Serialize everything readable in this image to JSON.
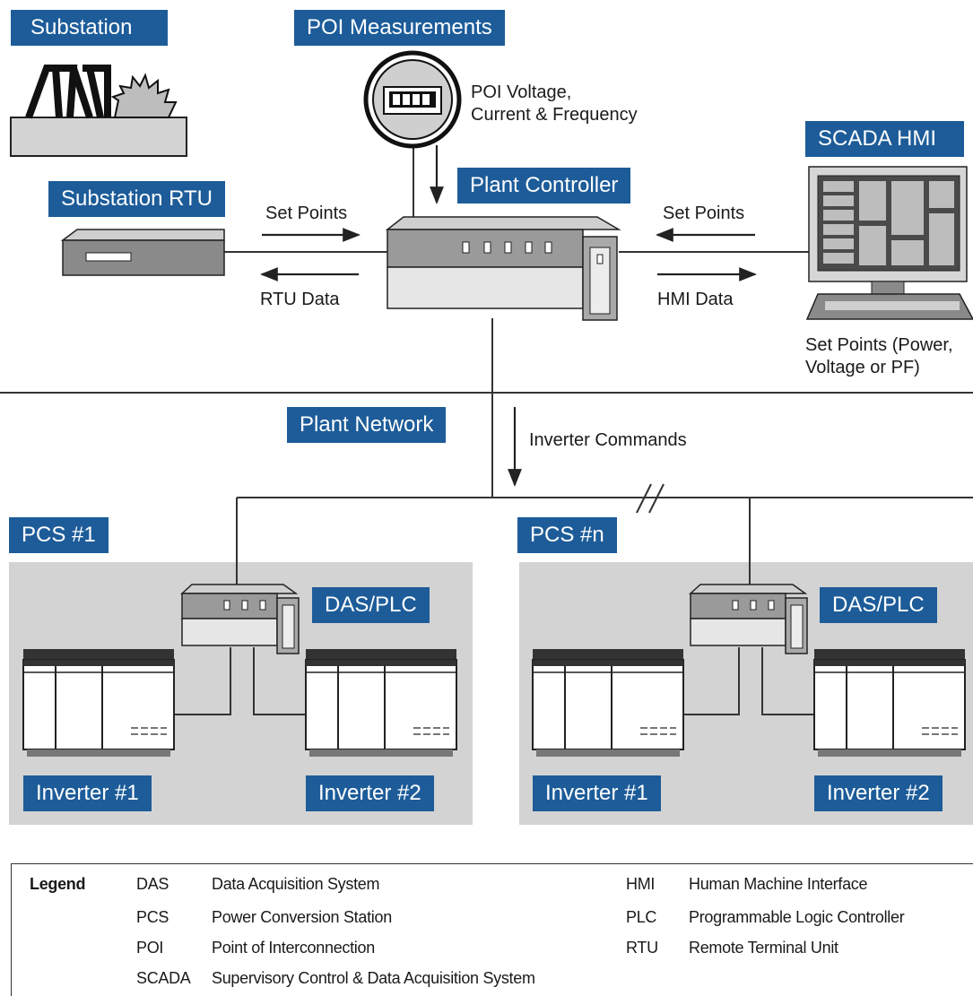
{
  "tags": {
    "substation": "Substation",
    "poi_measurements": "POI Measurements",
    "plant_controller": "Plant Controller",
    "substation_rtu": "Substation RTU",
    "scada_hmi": "SCADA HMI",
    "plant_network": "Plant Network",
    "pcs_1": "PCS #1",
    "pcs_n": "PCS #n",
    "das_plc": "DAS/PLC",
    "inverter_1": "Inverter #1",
    "inverter_2": "Inverter #2"
  },
  "labels": {
    "poi_line1": "POI Voltage,",
    "poi_line2": "Current & Frequency",
    "set_points": "Set Points",
    "rtu_data": "RTU Data",
    "hmi_data": "HMI Data",
    "hmi_set_line1": "Set Points (Power,",
    "hmi_set_line2": "Voltage or PF)",
    "inverter_commands": "Inverter Commands"
  },
  "legend": {
    "title": "Legend",
    "items": [
      {
        "abbr": "DAS",
        "full": "Data Acquisition System"
      },
      {
        "abbr": "PCS",
        "full": "Power Conversion Station"
      },
      {
        "abbr": "POI",
        "full": "Point of Interconnection"
      },
      {
        "abbr": "SCADA",
        "full": "Supervisory Control & Data Acquisition System"
      },
      {
        "abbr": "HMI",
        "full": "Human Machine Interface"
      },
      {
        "abbr": "PLC",
        "full": "Programmable Logic Controller"
      },
      {
        "abbr": "RTU",
        "full": "Remote Terminal Unit"
      }
    ]
  },
  "colors": {
    "tag_fill": "#1d5c99",
    "panel_fill": "#d3d3d3",
    "line": "#333333"
  }
}
